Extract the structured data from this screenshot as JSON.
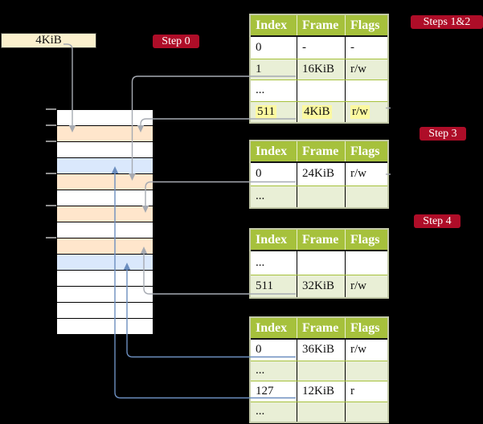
{
  "label_4kib": {
    "text": "4KiB"
  },
  "badges": [
    {
      "id": "step0",
      "label": "Step 0"
    },
    {
      "id": "steps12",
      "label": "Steps 1&2"
    },
    {
      "id": "step3",
      "label": "Step 3"
    },
    {
      "id": "step4",
      "label": "Step 4"
    }
  ],
  "tables": [
    {
      "id": "pt1",
      "headers": [
        "Index",
        "Frame",
        "Flags"
      ],
      "rows": [
        {
          "cells": [
            "0",
            "-",
            "-"
          ],
          "shaded": false,
          "highlight": false
        },
        {
          "cells": [
            "1",
            "16KiB",
            "r/w"
          ],
          "shaded": true,
          "highlight": false
        },
        {
          "cells": [
            "...",
            "",
            ""
          ],
          "shaded": false,
          "highlight": false
        },
        {
          "cells": [
            "511",
            "4KiB",
            "r/w"
          ],
          "shaded": true,
          "highlight": true
        }
      ]
    },
    {
      "id": "pt2",
      "headers": [
        "Index",
        "Frame",
        "Flags"
      ],
      "rows": [
        {
          "cells": [
            "0",
            "24KiB",
            "r/w"
          ],
          "shaded": false,
          "highlight": false
        },
        {
          "cells": [
            "...",
            "",
            ""
          ],
          "shaded": true,
          "highlight": false
        }
      ]
    },
    {
      "id": "pt3",
      "headers": [
        "Index",
        "Frame",
        "Flags"
      ],
      "rows": [
        {
          "cells": [
            "...",
            "",
            ""
          ],
          "shaded": false,
          "highlight": false
        },
        {
          "cells": [
            "511",
            "32KiB",
            "r/w"
          ],
          "shaded": true,
          "highlight": false
        }
      ]
    },
    {
      "id": "pt4",
      "headers": [
        "Index",
        "Frame",
        "Flags"
      ],
      "rows": [
        {
          "cells": [
            "0",
            "36KiB",
            "r/w"
          ],
          "shaded": false,
          "highlight": false
        },
        {
          "cells": [
            "...",
            "",
            ""
          ],
          "shaded": true,
          "highlight": false
        },
        {
          "cells": [
            "127",
            "12KiB",
            "r"
          ],
          "shaded": false,
          "highlight": false
        },
        {
          "cells": [
            "...",
            "",
            ""
          ],
          "shaded": true,
          "highlight": false
        }
      ]
    }
  ],
  "memory": {
    "cells": [
      {
        "fill": "white"
      },
      {
        "fill": "orange"
      },
      {
        "fill": "white"
      },
      {
        "fill": "blue"
      },
      {
        "fill": "orange"
      },
      {
        "fill": "white"
      },
      {
        "fill": "orange"
      },
      {
        "fill": "white"
      },
      {
        "fill": "orange"
      },
      {
        "fill": "blue"
      },
      {
        "fill": "white"
      },
      {
        "fill": "white"
      },
      {
        "fill": "white"
      },
      {
        "fill": "white"
      }
    ]
  },
  "connections": [
    {
      "id": "label4kib-to-frame",
      "from": "label",
      "table": null,
      "row": null,
      "to_mem": 1,
      "color": "gray",
      "dir": "down"
    },
    {
      "id": "pt1-idx1-to-frame",
      "from": "table",
      "table": "pt1",
      "row": 1,
      "to_mem": 4,
      "color": "gray",
      "dir": "down"
    },
    {
      "id": "pt1-idx511-to-frame",
      "from": "table",
      "table": "pt1",
      "row": 3,
      "to_mem": 1,
      "color": "gray",
      "dir": "down"
    },
    {
      "id": "pt2-idx0-to-frame",
      "from": "table",
      "table": "pt2",
      "row": 0,
      "to_mem": 6,
      "color": "gray",
      "dir": "down"
    },
    {
      "id": "pt3-idx511-to-frame",
      "from": "table",
      "table": "pt3",
      "row": 1,
      "to_mem": 8,
      "color": "gray",
      "dir": "up"
    },
    {
      "id": "pt4-idx0-to-frame",
      "from": "table",
      "table": "pt4",
      "row": 0,
      "to_mem": 9,
      "color": "blue",
      "dir": "up"
    },
    {
      "id": "pt4-idx127-to-frame",
      "from": "table",
      "table": "pt4",
      "row": 2,
      "to_mem": 3,
      "color": "blue",
      "dir": "up"
    }
  ],
  "colors": {
    "background": "#000000",
    "badge_red": "#ae0d28",
    "table_header_green": "#a6c13c",
    "table_row_green": "#e9efd6",
    "table_border": "#c3c9a8",
    "highlight_yellow": "#fcf9a0",
    "memory_orange": "#ffe6cc",
    "memory_blue": "#dae8fc",
    "line_gray": "#a6aab2",
    "line_blue": "#6c8ebf",
    "label_cream": "#fbf0cd"
  }
}
